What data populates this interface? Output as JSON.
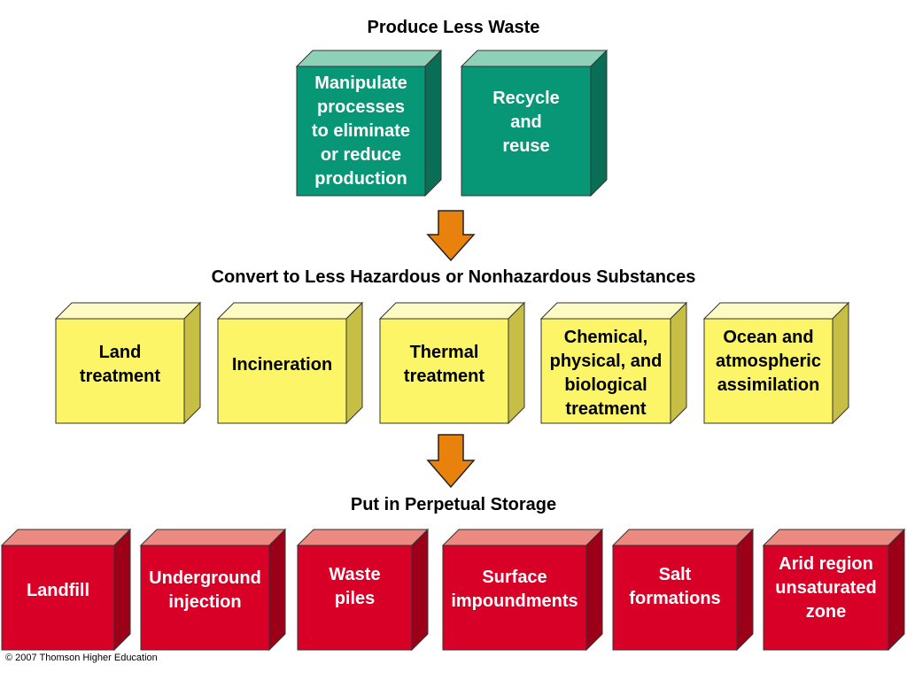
{
  "sections": [
    {
      "title": "Produce Less Waste",
      "colors": {
        "front": "#079777",
        "top": "#8fd0b9",
        "side": "#0a6e57",
        "text": "#ffffff"
      },
      "boxes": [
        {
          "label": "Manipulate\nprocesses\nto eliminate\nor reduce\nproduction"
        },
        {
          "label": "Recycle\nand\nreuse"
        }
      ]
    },
    {
      "title": "Convert to Less Hazardous or Nonhazardous Substances",
      "colors": {
        "front": "#fbf567",
        "top": "#fdfbc3",
        "side": "#c7be45",
        "text": "#000000"
      },
      "boxes": [
        {
          "label": "Land\ntreatment"
        },
        {
          "label": "Incineration"
        },
        {
          "label": "Thermal\ntreatment"
        },
        {
          "label": "Chemical,\nphysical, and\nbiological\ntreatment"
        },
        {
          "label": "Ocean and\natmospheric\nassimilation"
        }
      ]
    },
    {
      "title": "Put in Perpetual Storage",
      "colors": {
        "front": "#d80026",
        "top": "#ea8a80",
        "side": "#9c0019",
        "text": "#ffffff"
      },
      "boxes": [
        {
          "label": "Landfill"
        },
        {
          "label": "Underground\ninjection"
        },
        {
          "label": "Waste\npiles"
        },
        {
          "label": "Surface\nimpoundments"
        },
        {
          "label": "Salt\nformations"
        },
        {
          "label": "Arid region\nunsaturated\nzone"
        }
      ]
    }
  ],
  "arrow_color": "#e8820c",
  "copyright": "© 2007 Thomson Higher Education"
}
